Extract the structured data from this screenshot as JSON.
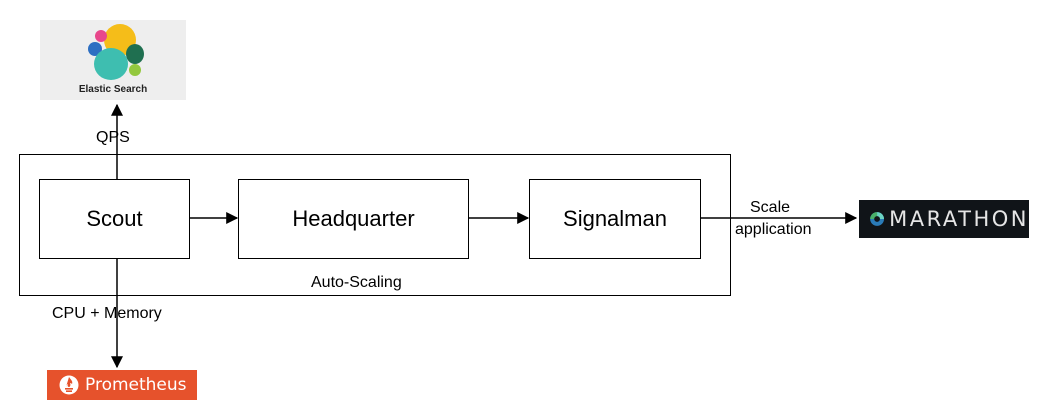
{
  "logos": {
    "elasticsearch": {
      "text": "Elastic Search",
      "icon": "elasticsearch-logo-icon"
    },
    "marathon": {
      "text": "MARATHON",
      "icon": "marathon-logo-icon"
    },
    "prometheus": {
      "text": "Prometheus",
      "icon": "prometheus-flame-icon"
    }
  },
  "nodes": {
    "scout": "Scout",
    "headquarter": "Headquarter",
    "signalman": "Signalman"
  },
  "group_label": "Auto-Scaling",
  "edge_labels": {
    "qps": "QPS",
    "cpu_memory": "CPU + Memory",
    "scale_line1": "Scale",
    "scale_line2": "application"
  },
  "colors": {
    "prometheus_brand": "#e6522c",
    "marathon_bg": "#101418",
    "elastic_yellow": "#fec514",
    "elastic_teal": "#3ebeb0",
    "elastic_green": "#00a9e5"
  }
}
